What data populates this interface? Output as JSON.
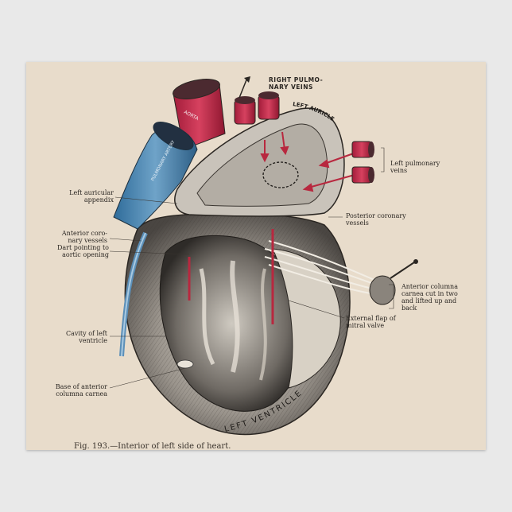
{
  "labels": {
    "right_pulmonary_veins": "RIGHT PULMO-\nNARY VEINS",
    "left_auricle": "LEFT AURICLE",
    "aorta": "AORTA",
    "pulmonary_artery": "PULMONARY ARTERY",
    "left_pulmonary_veins": "Left pulmonary\nveins",
    "left_auricular_appendix": "Left auricular\nappendix",
    "posterior_coronary_vessels": "Posterior coronary\nvessels",
    "anterior_coronary_vessels": "Anterior coro-\nnary vessels",
    "dart_pointing": "Dart pointing to\naortic opening",
    "anterior_columna": "Anterior columna\ncarnea cut in two\nand lifted up and\nback",
    "cavity_left_ventricle": "Cavity of left\nventricle",
    "external_flap": "External flap of\nmitral valve",
    "base_anterior_columna": "Base of anterior\ncolumna carnea",
    "left_ventricle": "LEFT VENTRICLE"
  },
  "caption": "Fig. 193.—Interior of left side of heart."
}
